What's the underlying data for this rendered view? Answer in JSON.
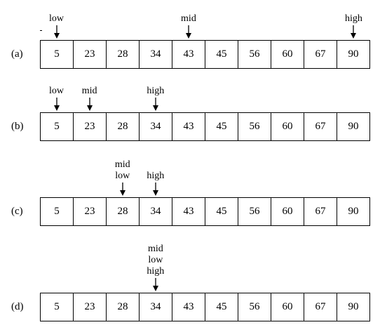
{
  "values": [
    "5",
    "23",
    "28",
    "34",
    "43",
    "45",
    "56",
    "60",
    "67",
    "90"
  ],
  "rows": [
    {
      "label": "(a)",
      "pointers": [
        {
          "index": 0,
          "lines": [
            "low"
          ]
        },
        {
          "index": 4,
          "lines": [
            "mid"
          ]
        },
        {
          "index": 9,
          "lines": [
            "high"
          ]
        }
      ]
    },
    {
      "label": "(b)",
      "pointers": [
        {
          "index": 0,
          "lines": [
            "low"
          ]
        },
        {
          "index": 1,
          "lines": [
            "mid"
          ]
        },
        {
          "index": 3,
          "lines": [
            "high"
          ]
        }
      ]
    },
    {
      "label": "(c)",
      "pointers": [
        {
          "index": 2,
          "lines": [
            "mid",
            "low"
          ]
        },
        {
          "index": 3,
          "lines": [
            "high"
          ]
        }
      ]
    },
    {
      "label": "(d)",
      "pointers": [
        {
          "index": 3,
          "lines": [
            "mid",
            "low",
            "high"
          ]
        }
      ]
    }
  ]
}
